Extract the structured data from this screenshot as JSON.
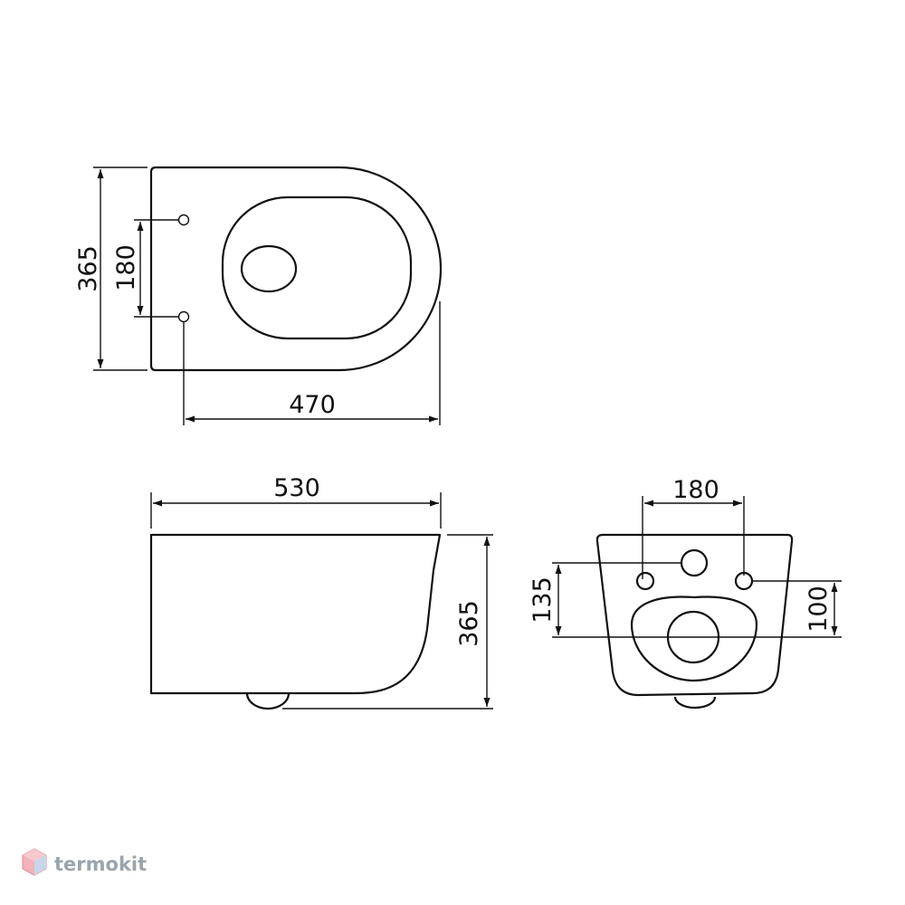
{
  "top_view": {
    "width_label": "365",
    "hole_spacing_label": "180",
    "length_label": "470"
  },
  "side_view": {
    "length_label": "530",
    "height_label": "365"
  },
  "rear_view": {
    "hole_spacing_label": "180",
    "left_height_label": "135",
    "right_height_label": "100"
  },
  "watermark": {
    "brand": "termokit"
  }
}
